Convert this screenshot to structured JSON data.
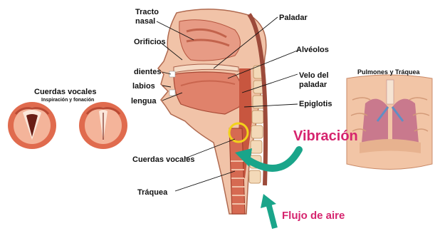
{
  "colors": {
    "vibration_text": "#d6246e",
    "airflow_text": "#d6246e",
    "arrow": "#1aa58a",
    "ring": "#f2d21a",
    "tissue": "#e58d6f",
    "tissue_dark": "#b9452f",
    "spine": "#f3d9b8"
  },
  "vocal_cords_panel": {
    "title": "Cuerdas vocales",
    "subtitle": "Inspiración y fonación"
  },
  "lungs_panel": {
    "title": "Pulmones y Tráquea"
  },
  "labels": {
    "nasal_tract_line1": "Tracto",
    "nasal_tract_line2": "nasal",
    "nostrils": "Orificios",
    "teeth": "dientes",
    "lips": "labios",
    "tongue": "lengua",
    "palate": "Paladar",
    "alveoli": "Alvéolos",
    "velum_line1": "Velo del",
    "velum_line2": "paladar",
    "epiglottis": "Epiglotis",
    "vocal_cords": "Cuerdas vocales",
    "trachea": "Tráquea"
  },
  "callouts": {
    "vibration": "Vibración",
    "airflow": "Flujo de aire"
  }
}
